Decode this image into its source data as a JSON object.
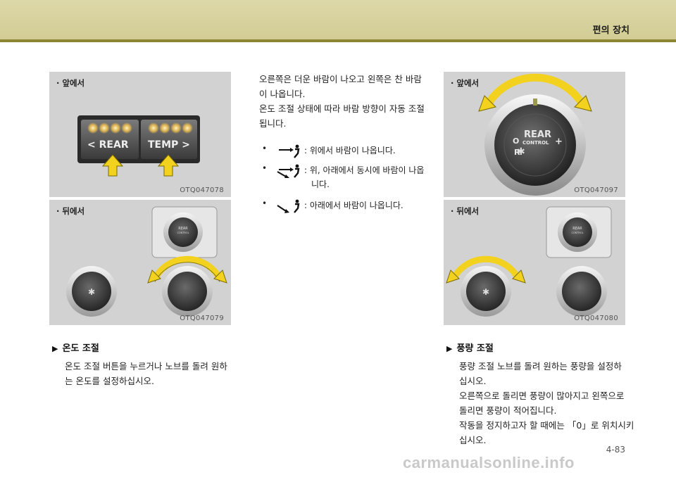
{
  "header": {
    "title": "편의 장치"
  },
  "left": {
    "panel_front": {
      "label": "· 앞에서",
      "code": "OTQ047078",
      "rear_btn": "< REAR",
      "temp_btn": "TEMP >"
    },
    "panel_rear": {
      "label": "· 뒤에서",
      "code": "OTQ047079",
      "knob_text": "REAR CONTROL"
    },
    "section_title": "온도 조절",
    "section_lines": [
      "온도 조절 버튼을 누르거나 노브를 돌려 원하",
      "는 온도를 설정하십시오."
    ]
  },
  "middle": {
    "intro_lines": [
      "오른쪽은 더운 바람이 나오고 왼쪽은 찬 바람",
      "이 나옵니다.",
      "온도 조절 상태에 따라 바람 방향이 자동 조절",
      "됩니다."
    ],
    "bullets": [
      {
        "icon": "vent-upper-icon",
        "lines": [
          ": 위에서 바람이 나옵니다."
        ]
      },
      {
        "icon": "vent-bilevel-icon",
        "lines": [
          ": 위, 아래에서 동시에 바람이 나옵",
          "니다."
        ]
      },
      {
        "icon": "vent-floor-icon",
        "lines": [
          ": 아래에서 바람이 나옵니다."
        ]
      }
    ]
  },
  "right": {
    "panel_front": {
      "label": "· 앞에서",
      "code": "OTQ047097",
      "knob_line1": "REAR",
      "knob_line2": "CONTROL",
      "knob_o": "O",
      "knob_r": "R",
      "knob_plus": "+"
    },
    "panel_rear": {
      "label": "· 뒤에서",
      "code": "OTQ047080"
    },
    "section_title": "풍량 조절",
    "section_lines": [
      "풍량 조절 노브를 돌려 원하는 풍량을 설정하",
      "십시오.",
      "오른쪽으로 돌리면 풍량이 많아지고 왼쪽으로",
      "돌리면 풍량이 적어집니다.",
      "작동을 정지하고자 할 때에는 「0」로 위치시키",
      "십시오."
    ]
  },
  "footer": {
    "page_number": "4-83",
    "watermark": "carmanualsonline.info"
  },
  "colors": {
    "header_band": "#d6d09c",
    "header_line": "#8c8632",
    "panel_bg": "#d2d2d2",
    "arrow_yellow": "#f2d21e"
  }
}
